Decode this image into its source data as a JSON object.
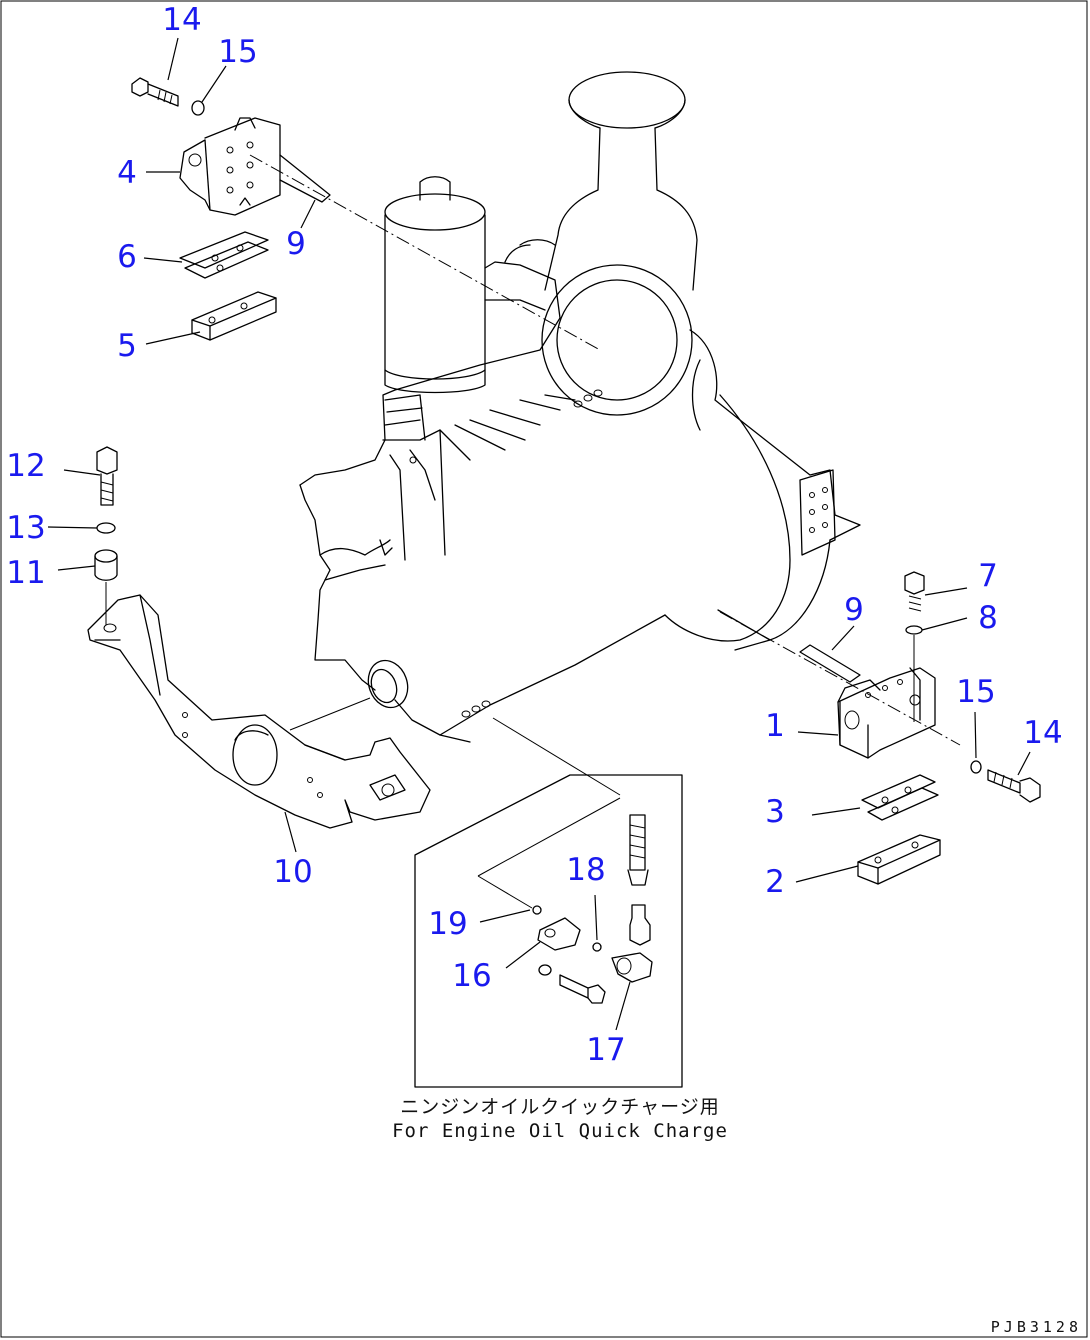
{
  "part_numbers": {
    "p1": "1",
    "p2": "2",
    "p3": "3",
    "p4": "4",
    "p5": "5",
    "p6": "6",
    "p7": "7",
    "p8": "8",
    "p9a": "9",
    "p9b": "9",
    "p10": "10",
    "p11": "11",
    "p12": "12",
    "p13": "13",
    "p14a": "14",
    "p14b": "14",
    "p15a": "15",
    "p15b": "15",
    "p16": "16",
    "p17": "17",
    "p18": "18",
    "p19": "19"
  },
  "caption": {
    "japanese": "ニンジンオイルクイックチャージ用",
    "english": "For Engine Oil Quick Charge"
  },
  "drawing_id": "PJB3128",
  "colors": {
    "label": "#1a1aee",
    "line": "#000000"
  }
}
